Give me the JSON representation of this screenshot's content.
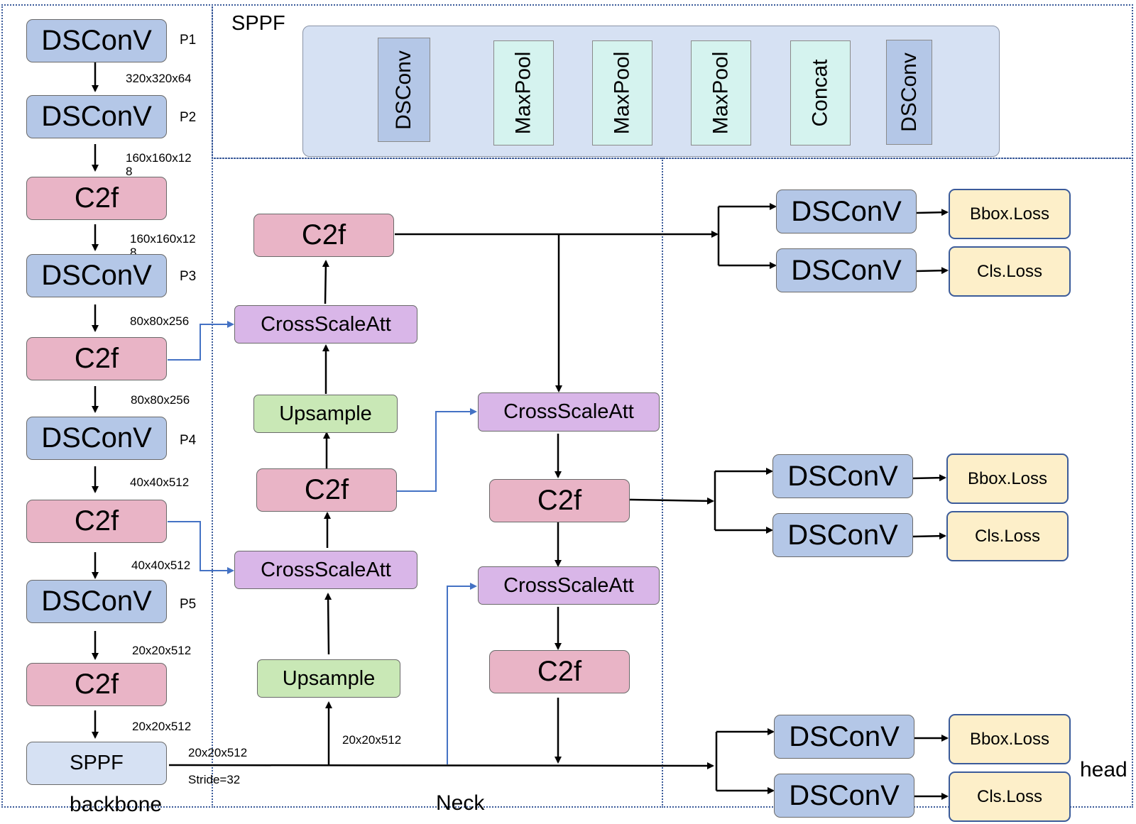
{
  "regions": {
    "backbone_label": "backbone",
    "neck_label": "Neck",
    "head_label": "head",
    "sppf_label": "SPPF"
  },
  "backbone": {
    "blocks": [
      {
        "type": "DSConv",
        "label": "DSConV",
        "stage": "P1"
      },
      {
        "type": "DSConv",
        "label": "DSConV",
        "stage": "P2"
      },
      {
        "type": "C2f",
        "label": "C2f"
      },
      {
        "type": "DSConv",
        "label": "DSConV",
        "stage": "P3"
      },
      {
        "type": "C2f",
        "label": "C2f"
      },
      {
        "type": "DSConv",
        "label": "DSConV",
        "stage": "P4"
      },
      {
        "type": "C2f",
        "label": "C2f"
      },
      {
        "type": "DSConv",
        "label": "DSConV",
        "stage": "P5"
      },
      {
        "type": "C2f",
        "label": "C2f"
      },
      {
        "type": "SPPF",
        "label": "SPPF"
      }
    ],
    "shapes": [
      "320x320x64",
      "160x160x12\n8",
      "160x160x12\n8",
      "80x80x256",
      "80x80x256",
      "40x40x512",
      "40x40x512",
      "20x20x512",
      "20x20x512"
    ],
    "sppf_out_shape": "20x20x512",
    "sppf_stride": "Stride=32"
  },
  "sppf_detail": {
    "blocks": [
      "DSConv",
      "MaxPool",
      "MaxPool",
      "MaxPool",
      "Concat",
      "DSConv"
    ]
  },
  "neck": {
    "top_c2f": "C2f",
    "csa_1": "CrossScaleAtt",
    "upsample_1": "Upsample",
    "mid_c2f": "C2f",
    "csa_2": "CrossScaleAtt",
    "upsample_2": "Upsample",
    "up_shape": "20x20x512",
    "csa_3": "CrossScaleAtt",
    "c2f_3": "C2f",
    "csa_4": "CrossScaleAtt",
    "c2f_4": "C2f"
  },
  "head": {
    "groups": [
      {
        "conv_a": "DSConV",
        "conv_b": "DSConV",
        "loss_a": "Bbox.Loss",
        "loss_b": "Cls.Loss"
      },
      {
        "conv_a": "DSConV",
        "conv_b": "DSConV",
        "loss_a": "Bbox.Loss",
        "loss_b": "Cls.Loss"
      },
      {
        "conv_a": "DSConV",
        "conv_b": "DSConV",
        "loss_a": "Bbox.Loss",
        "loss_b": "Cls.Loss"
      }
    ]
  },
  "colors": {
    "dsconv": "#b4c7e7",
    "c2f": "#e9b4c6",
    "crossscaleatt": "#d9b6e8",
    "upsample": "#c9e8b6",
    "loss": "#fdefc9",
    "skip_line": "#4472c4",
    "region_border": "#3b5b9a"
  }
}
